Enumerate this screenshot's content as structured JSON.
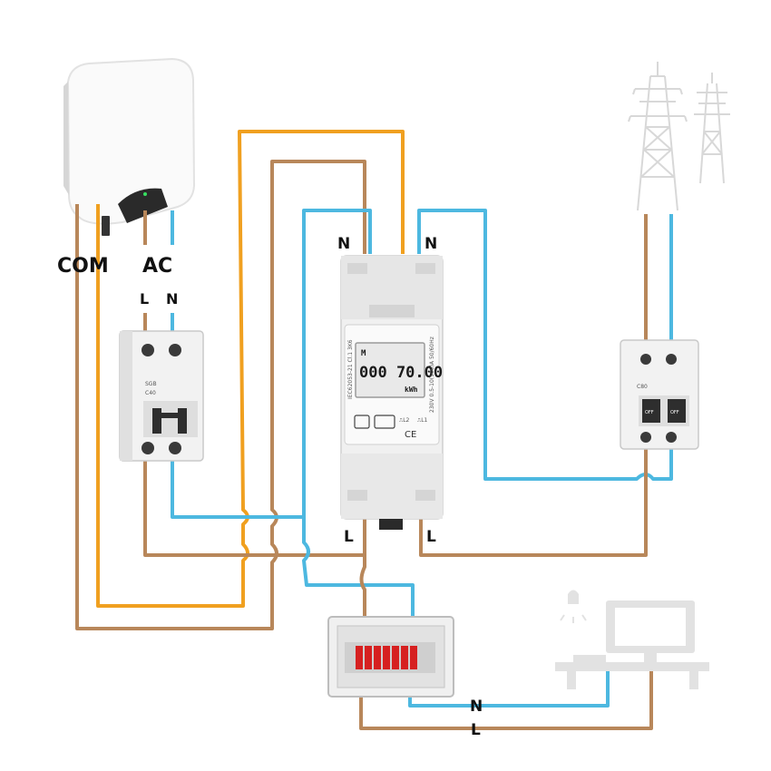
{
  "labels": {
    "com": "COM",
    "ac": "AC",
    "breaker_l": "L",
    "breaker_n": "N",
    "meter_top_n_left": "N",
    "meter_top_n_right": "N",
    "meter_bottom_l_left": "L",
    "meter_bottom_l_right": "L",
    "panel_n": "N",
    "panel_l": "L"
  },
  "meter": {
    "display_m": "M",
    "display_value": "0007000",
    "display_unit": "kWh",
    "side_text_left": "IEC62053-21 Cl.1 3K6",
    "side_text_right": "230V 0.5-10(100)A 50/60Hz",
    "pulse_l2": "⎍L2",
    "pulse_l1": "⎍L1",
    "ce_mark": "CE"
  },
  "breaker_left": {
    "brand": "SGB",
    "rating": "C40"
  },
  "breaker_right": {
    "rating": "C80",
    "off_left": "OFF",
    "off_right": "OFF"
  },
  "colors": {
    "orange_wire": "#F0A020",
    "brown_wire": "#B8875A",
    "blue_wire": "#4DB8E0",
    "light_grey": "#E0E0E0"
  }
}
